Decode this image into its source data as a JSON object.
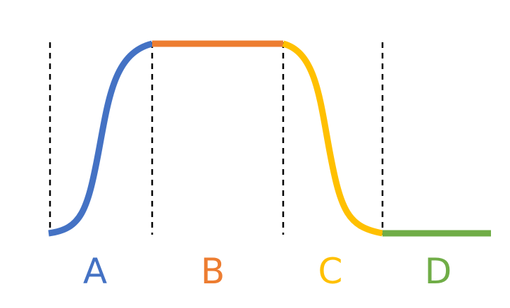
{
  "segments": [
    {
      "label": "A",
      "color": "#4472C4"
    },
    {
      "label": "B",
      "color": "#ED7D31"
    },
    {
      "label": "C",
      "color": "#FFC000"
    },
    {
      "label": "D",
      "color": "#70AD47"
    }
  ],
  "boundary_color": "#000000"
}
